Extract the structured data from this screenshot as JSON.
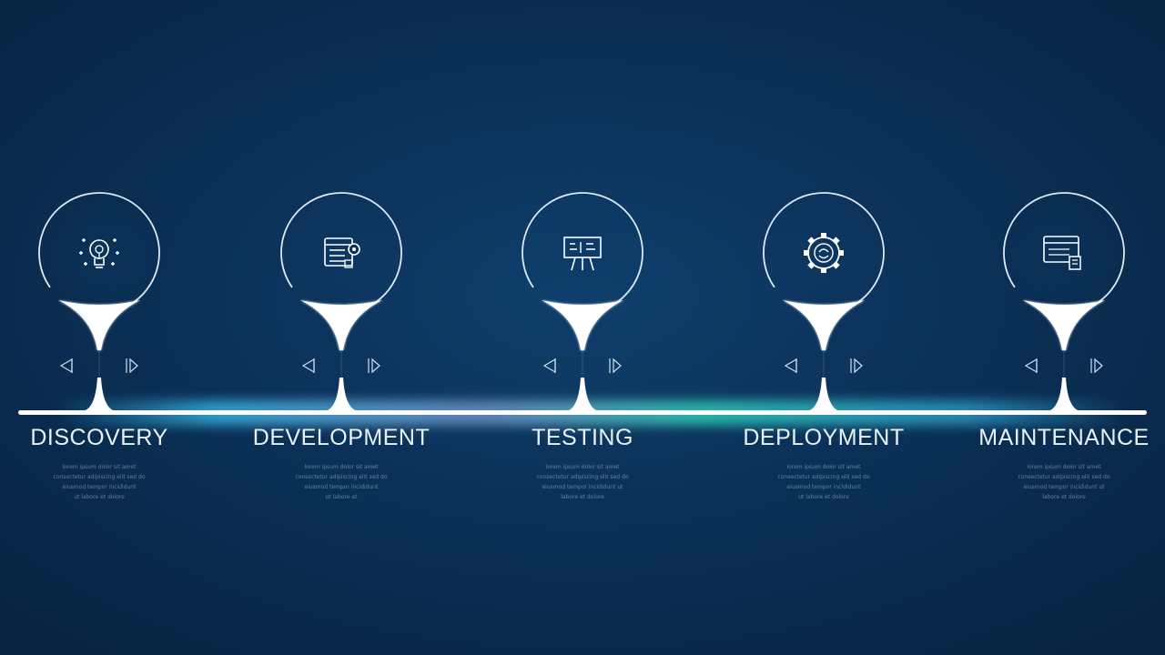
{
  "colors": {
    "background": "#0b3158",
    "line": "#ffffff",
    "glow_cyan": "#3fd0ff",
    "glow_teal": "#35f0c8",
    "text": "#e9f2fb"
  },
  "stages": [
    {
      "title": "DISCOVERY",
      "icon": "lightbulb-icon",
      "description": [
        "lorem ipsum dolor sit amet",
        "consectetur adipiscing elit sed do",
        "eiusmod tempor incididunt",
        "ut labore et dolore"
      ]
    },
    {
      "title": "DEVELOPMENT",
      "icon": "code-window-icon",
      "description": [
        "lorem ipsum dolor sit amet",
        "consectetur adipiscing elit sed do",
        "eiusmod tempor incididunt",
        "ut labore et"
      ]
    },
    {
      "title": "TESTING",
      "icon": "presentation-board-icon",
      "description": [
        "lorem ipsum dolor sit amet",
        "consectetur adipiscing elit sed do",
        "eiusmod tempor incididunt ut",
        "labore et dolore"
      ]
    },
    {
      "title": "DEPLOYMENT",
      "icon": "gear-icon",
      "description": [
        "lorem ipsum dolor sit amet",
        "consectetur adipiscing elit sed do",
        "eiusmod tempor incididunt",
        "ut labore et dolore"
      ]
    },
    {
      "title": "MAINTENANCE",
      "icon": "browser-tools-icon",
      "description": [
        "lorem ipsum dolor sit amet",
        "consectetur adipiscing elit sed do",
        "eiusmod tempor incididunt ut",
        "labore et dolore"
      ]
    }
  ]
}
